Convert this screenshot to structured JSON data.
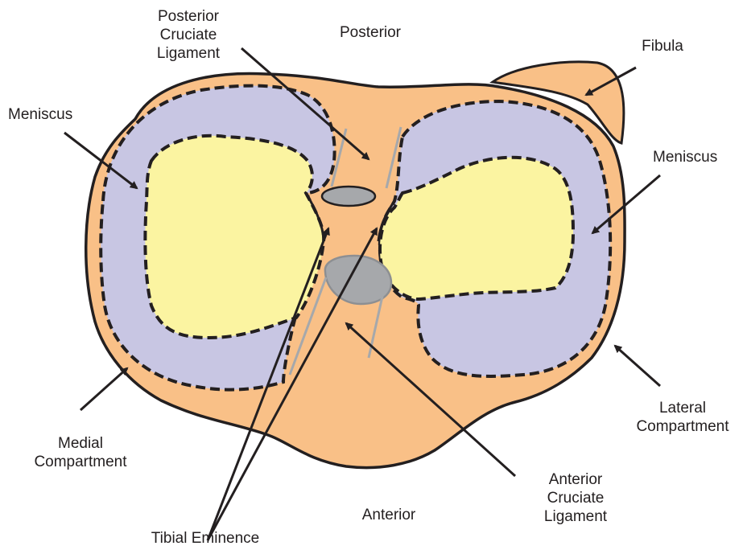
{
  "labels": {
    "posterior": "Posterior",
    "anterior": "Anterior",
    "pcl": [
      "Posterior",
      "Cruciate",
      "Ligament"
    ],
    "acl": [
      "Anterior",
      "Cruciate",
      "Ligament"
    ],
    "fibula": "Fibula",
    "meniscus_left": "Meniscus",
    "meniscus_right": "Meniscus",
    "medial": [
      "Medial",
      "Compartment"
    ],
    "lateral": [
      "Lateral",
      "Compartment"
    ],
    "tibial_eminence": "Tibial Eminence"
  },
  "colors": {
    "bone": "#f9c087",
    "meniscus": "#c8c6e3",
    "cartilage": "#fbf4a1",
    "ligament": "#a6a8ab",
    "outline": "#231f20",
    "pointer": "#231f20"
  }
}
